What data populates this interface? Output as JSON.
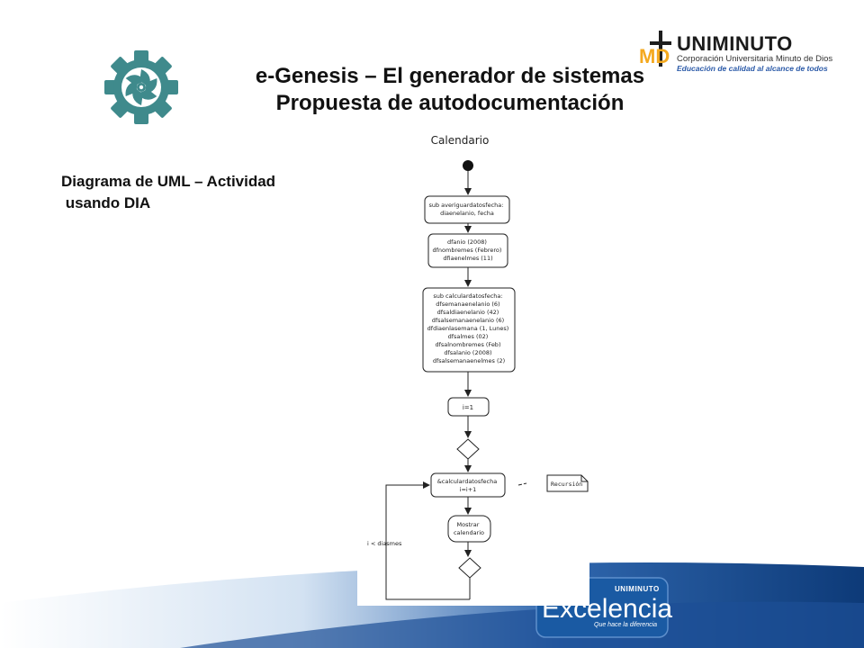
{
  "slide": {
    "title_line1": "e-Genesis – El generador de sistemas",
    "title_line2": "Propuesta de autodocumentación",
    "subtitle": "Diagrama de UML – Actividad\n usando DIA"
  },
  "logo": {
    "name": "UNIMINUTO",
    "corporation": "Corporación Universitaria Minuto de Dios",
    "slogan": "Educación de calidad al alcance de todos",
    "icon": "md-cross-logo"
  },
  "footer": {
    "brand": "UNIMINUTO",
    "word": "Excelencia",
    "tagline": "Que hace la diferencia"
  },
  "diagram": {
    "title": "Calendario",
    "node1": [
      "sub averiguardatosfecha:",
      "diaenelanio, fecha"
    ],
    "node2": [
      "dfanio (2008)",
      "dfnombremes (Febrero)",
      "dfiaenelmes (11)"
    ],
    "node3": [
      "sub calculardatosfecha:",
      "dfsemanaenelanio (6)",
      "dfsaldiaenelanio (42)",
      "dfsalsemanaenelanio (6)",
      "dfdiaenlasemana (1, Lunes)",
      "dfsalmes (02)",
      "dfsalnombremes (Feb)",
      "dfsalanio (2008)",
      "dfsalsemanaenelmes (2)"
    ],
    "node4": "i=1",
    "node5": [
      "&calculardatosfecha",
      "i=i+1"
    ],
    "node6": [
      "Mostrar",
      "calendario"
    ],
    "note": "Recursión",
    "loop_guard": "i < diasmes"
  },
  "colors": {
    "gear": "#3f8a8c",
    "footer_blue": "#0d3a78",
    "accent_orange": "#f4a91f"
  }
}
